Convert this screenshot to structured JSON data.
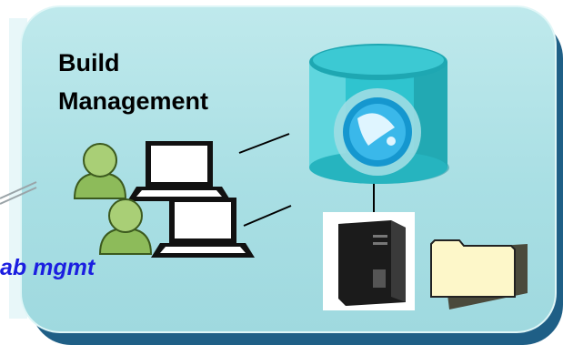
{
  "title": {
    "line1": "Build",
    "line2": "Management"
  },
  "caption": "ab mgmt",
  "icons": {
    "users": [
      "user-icon",
      "user-icon"
    ],
    "laptops": [
      "laptop-icon",
      "laptop-icon"
    ],
    "database": "database-icon",
    "server": "server-tower-icon",
    "folder": "folder-icon"
  },
  "colors": {
    "panel": "#aee1e6",
    "panel_shadow": "#1f5f86",
    "caption": "#1b1ee0",
    "database_body": "#2fc4cf",
    "user": "#8dbb5a",
    "folder": "#fdf7c9"
  }
}
